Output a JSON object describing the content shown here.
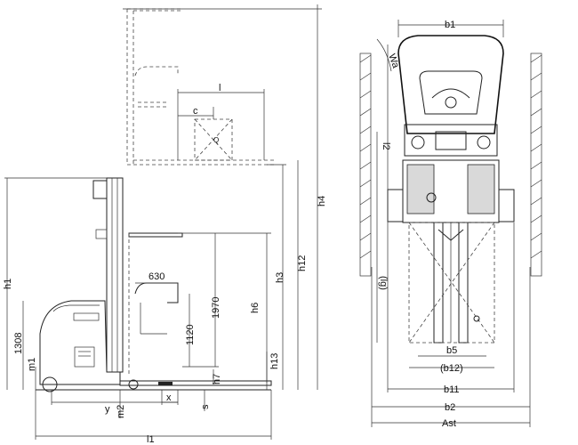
{
  "labels": {
    "h4": "h4",
    "h12": "h12",
    "h3": "h3",
    "h6": "h6",
    "h13": "h13",
    "h7": "h7",
    "h1": "h1",
    "m1": "m1",
    "m2": "m2",
    "s": "s",
    "x": "x",
    "y": "y",
    "l1": "l1",
    "l": "l",
    "c": "c",
    "q": "Q",
    "d1308": "1308",
    "d1970": "1970",
    "d1120": "1120",
    "d630": "630",
    "b1": "b1",
    "wa": "Wa",
    "l2": "l2",
    "lg": "(lg)",
    "b5": "b5",
    "b12": "(b12)",
    "b11": "b11",
    "b2": "b2",
    "ast": "Ast"
  },
  "colors": {
    "line": "#222222",
    "fill_light": "#d9d9d9",
    "background": "#ffffff"
  }
}
